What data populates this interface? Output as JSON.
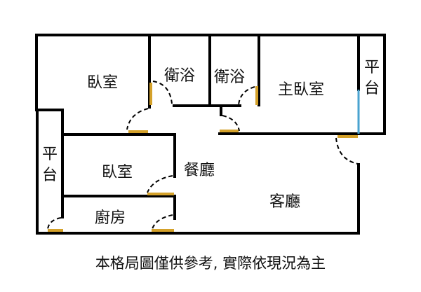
{
  "rooms": {
    "bedroom_top": "臥室",
    "bath_1": "衛浴",
    "bath_2": "衛浴",
    "master_bedroom": "主臥室",
    "balcony_right": "平台",
    "balcony_left": "平台",
    "bedroom_mid": "臥室",
    "dining": "餐廳",
    "living": "客廳",
    "kitchen": "廚房"
  },
  "caption": "本格局圖僅供參考, 實際依現況為主",
  "colors": {
    "wall": "#000000",
    "door": "#d4a12a",
    "window": "#4aa3d0"
  }
}
